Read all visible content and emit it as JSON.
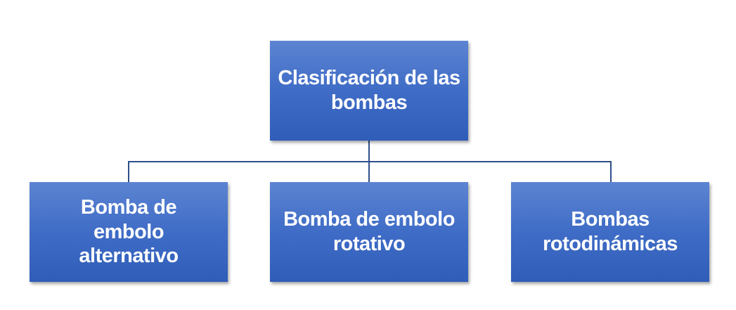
{
  "root": {
    "label": "Clasificación de las bombas"
  },
  "children": [
    {
      "label": "Bomba de embolo alternativo"
    },
    {
      "label": "Bomba de embolo rotativo"
    },
    {
      "label": "Bombas rotodinámicas"
    }
  ],
  "colors": {
    "box_top": "#5c84d2",
    "box_bottom": "#2f5db8",
    "connector": "#2d4f8a",
    "text": "#ffffff"
  }
}
